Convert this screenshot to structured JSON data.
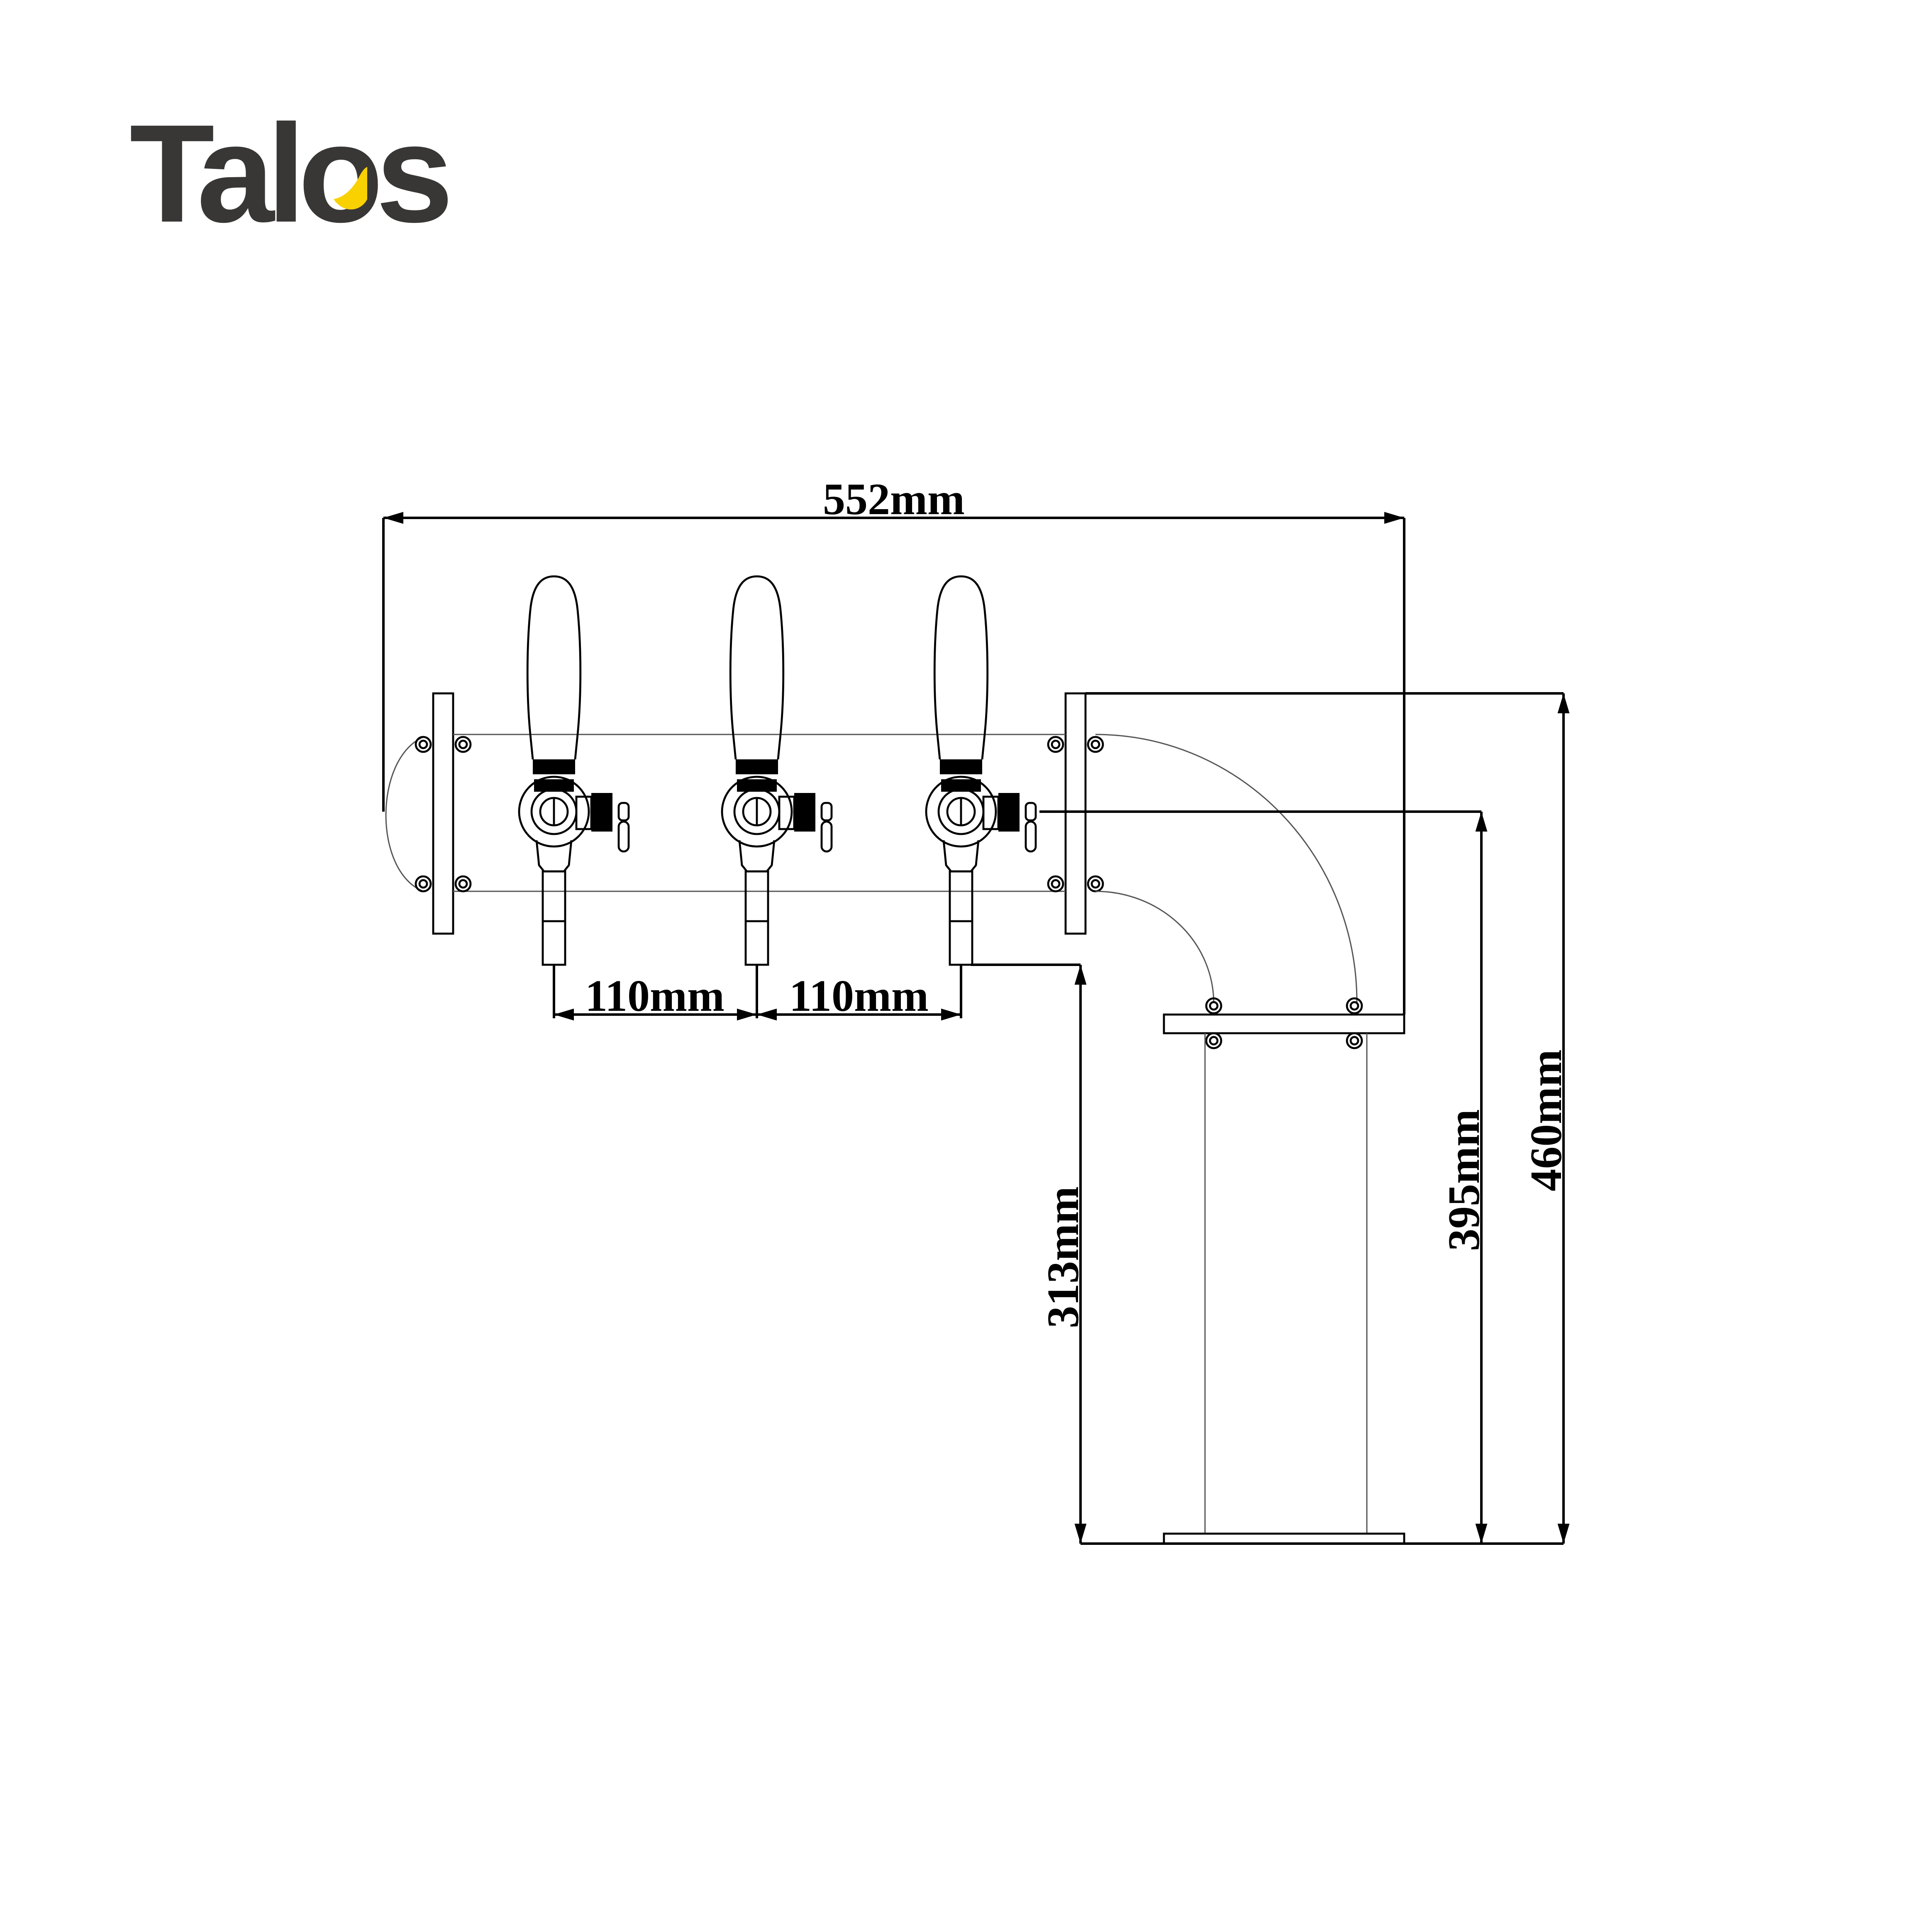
{
  "logo": {
    "text": "Talos",
    "color": "#383735",
    "accent": "#F9D000"
  },
  "dimensions": {
    "overall_width": "552mm",
    "tap_spacing_1": "110mm",
    "tap_spacing_2": "110mm",
    "spout_height": "313mm",
    "center_height": "395mm",
    "total_height": "460mm"
  },
  "taps": [
    "tap-1",
    "tap-2",
    "tap-3"
  ]
}
